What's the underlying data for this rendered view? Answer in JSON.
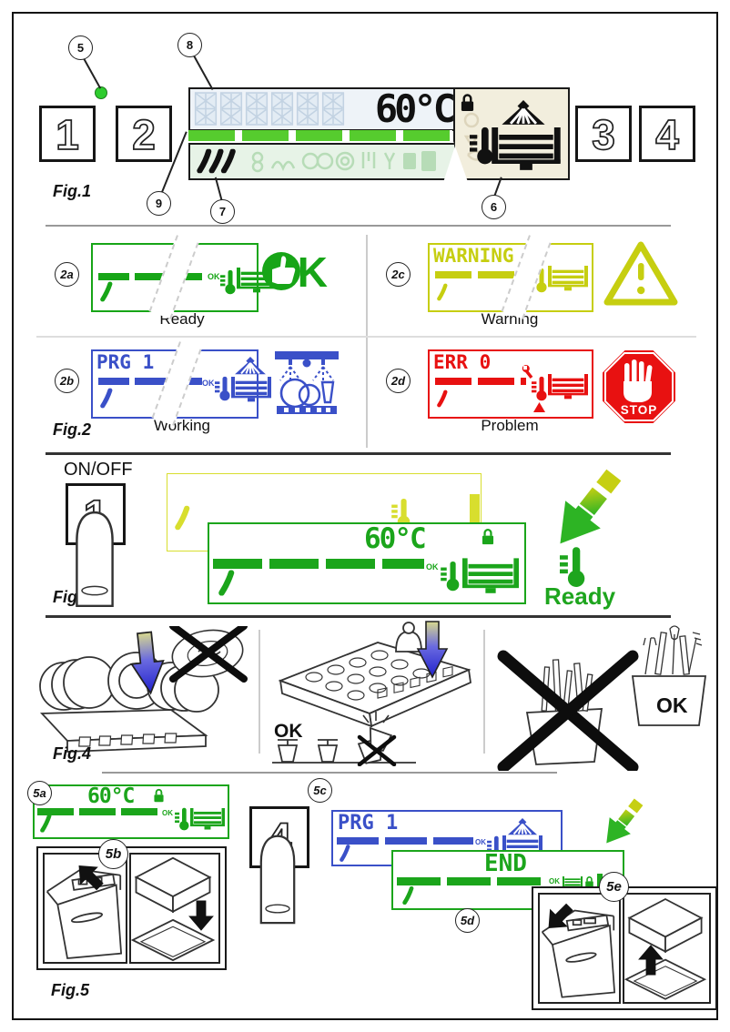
{
  "labels": {
    "ok": "OK",
    "stop": "STOP"
  },
  "colors": {
    "green": "#17a517",
    "blue": "#3a50c8",
    "yellow": "#c6ce10",
    "red": "#e81111",
    "bar_green": "#56cc2e",
    "led_green": "#2ecc2e",
    "lcd_blue_bg": "#eef3f8",
    "lcd_green_bg": "#e7f3e7",
    "cream_bg": "#f2eedd"
  },
  "fig1": {
    "label": "Fig.1",
    "temp": "60°C",
    "buttons": [
      "1",
      "2",
      "3",
      "4"
    ],
    "callouts": {
      "c5": "5",
      "c6": "6",
      "c7": "7",
      "c8": "8",
      "c9": "9"
    }
  },
  "fig2": {
    "label": "Fig.2",
    "cells": [
      {
        "id": "2a",
        "text": "",
        "state": "Ready"
      },
      {
        "id": "2b",
        "text": "PRG 1",
        "state": "Working"
      },
      {
        "id": "2c",
        "text": "WARNING",
        "state": "Warning"
      },
      {
        "id": "2d",
        "text": "ERR 0",
        "state": "Problem"
      }
    ]
  },
  "fig3": {
    "label": "Fig.3",
    "onoff": "ON/OFF",
    "button": "1",
    "temp": "60°C",
    "ready": "Ready"
  },
  "fig4": {
    "label": "Fig.4"
  },
  "fig5": {
    "label": "Fig.5",
    "button": "4",
    "callouts": {
      "a": "5a",
      "b": "5b",
      "c": "5c",
      "d": "5d",
      "e": "5e"
    },
    "display_a": "60°C",
    "display_c": "PRG 1",
    "display_d": "END"
  }
}
